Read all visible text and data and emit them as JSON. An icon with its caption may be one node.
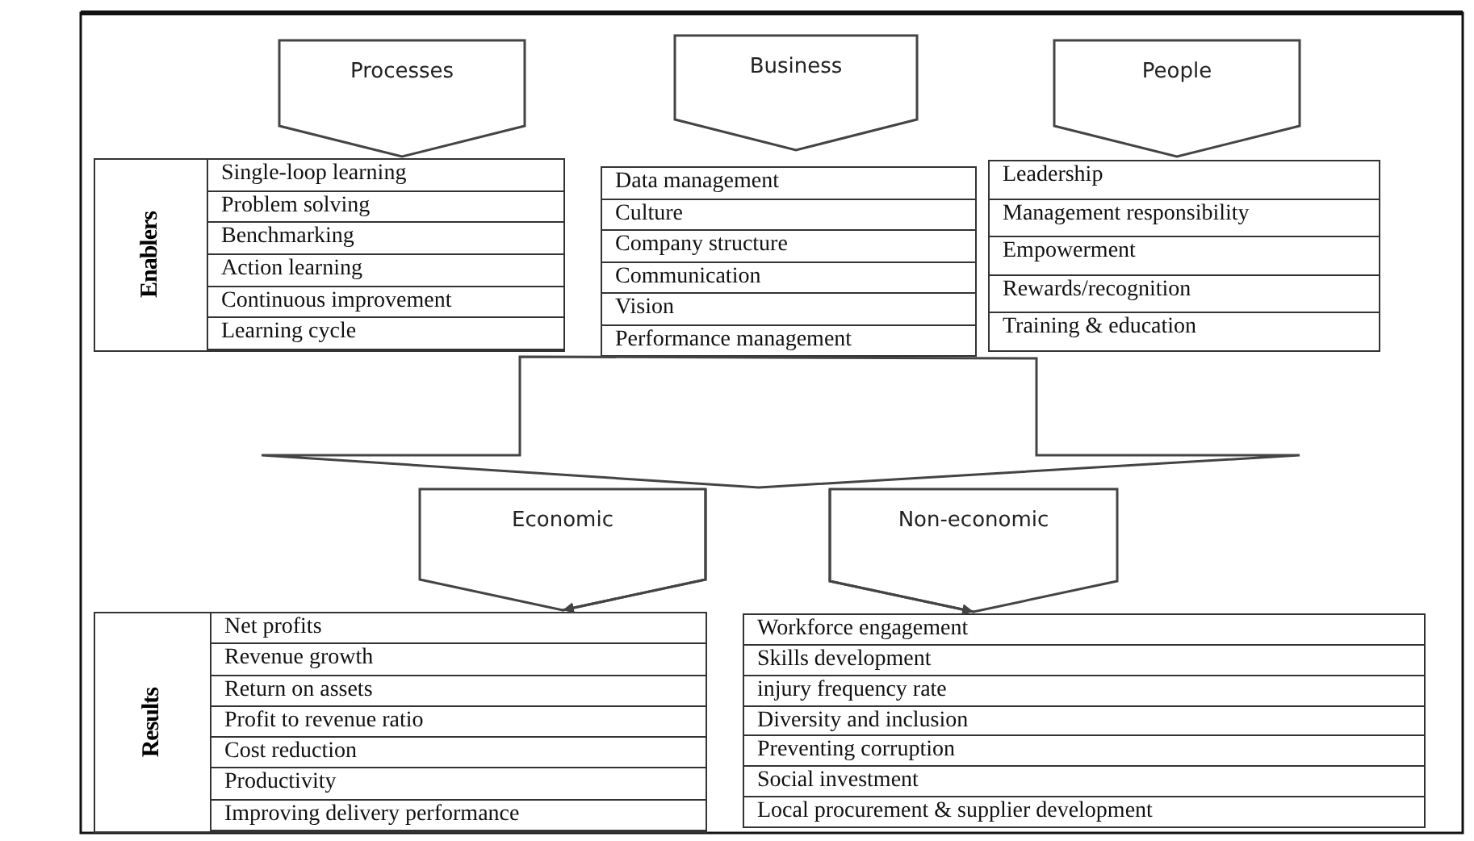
{
  "diagram": {
    "nodes": [
      {
        "text": [
          "Processes"
        ]
      },
      {
        "text": [
          "Single-loop learning",
          "Problem solving",
          "Benchmarking",
          "Action learning",
          "Continuous improvement",
          "Learning cycle"
        ]
      },
      {
        "text": [
          "Enablers"
        ],
        "in": 1
      },
      {
        "text": [
          "Business"
        ]
      },
      {
        "text": [
          "Data management",
          "Culture",
          "Company structure",
          "Communication",
          "Vision",
          "Performance management"
        ]
      },
      {
        "text": [
          "People"
        ]
      },
      {
        "text": [
          "Leadership",
          "Management responsibility",
          "Empowerment",
          "Rewards/recognition",
          "Training & education"
        ]
      },
      {
        "text": [],
        "shape": "chevron"
      },
      {
        "text": [
          "Net profits",
          "Revenue growth",
          "Return on assets",
          "Profit to revenue ratio",
          "Cost reduction",
          "Productivity",
          "Improving delivery performance"
        ]
      },
      {
        "text": [
          "Results"
        ],
        "in": 8
      },
      {
        "text": [
          "Workforce engagement",
          "Skills development",
          "injury frequency rate",
          "Diversity and inclusion",
          "Preventing corruption",
          "Social investment",
          "Local procurement & supplier development"
        ]
      }
    ],
    "edges": [
      {
        "from": 7,
        "to": 8,
        "arrow": "to",
        "label": "Economic"
      },
      {
        "from": 7,
        "to": 10,
        "arrow": "to",
        "label": "Non-economic"
      }
    ]
  }
}
